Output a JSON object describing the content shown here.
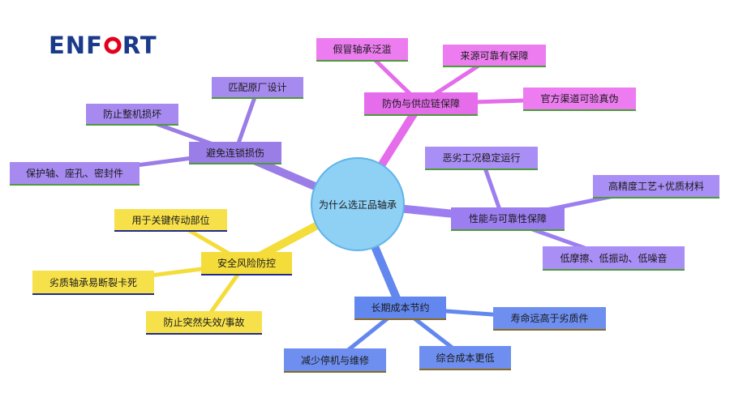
{
  "logo": {
    "text_before": "ENF",
    "text_after": "RT",
    "letter_o_color": "#e3001b",
    "text_color": "#1a3a8a"
  },
  "center": {
    "label": "为什么选正品轴承"
  },
  "branches": {
    "avoid": {
      "label": "避免连锁损伤",
      "children": [
        "匹配原厂设计",
        "防止整机损坏",
        "保护轴、座孔、密封件"
      ],
      "color": "#9a7de6"
    },
    "anti": {
      "label": "防伪与供应链保障",
      "children": [
        "假冒轴承泛滥",
        "来源可靠有保障",
        "官方渠道可验真伪"
      ],
      "color": "#e56ceb"
    },
    "perf": {
      "label": "性能与可靠性保障",
      "children": [
        "恶劣工况稳定运行",
        "高精度工艺+优质材料",
        "低摩擦、低振动、低噪音"
      ],
      "color": "#9c7ef0"
    },
    "safety": {
      "label": "安全风险防控",
      "children": [
        "用于关键传动部位",
        "劣质轴承易断裂卡死",
        "防止突然失效/事故"
      ],
      "color": "#f4dc3a"
    },
    "cost": {
      "label": "长期成本节约",
      "children": [
        "寿命远高于劣质件",
        "综合成本更低",
        "减少停机与维修"
      ],
      "color": "#6287ee"
    }
  }
}
